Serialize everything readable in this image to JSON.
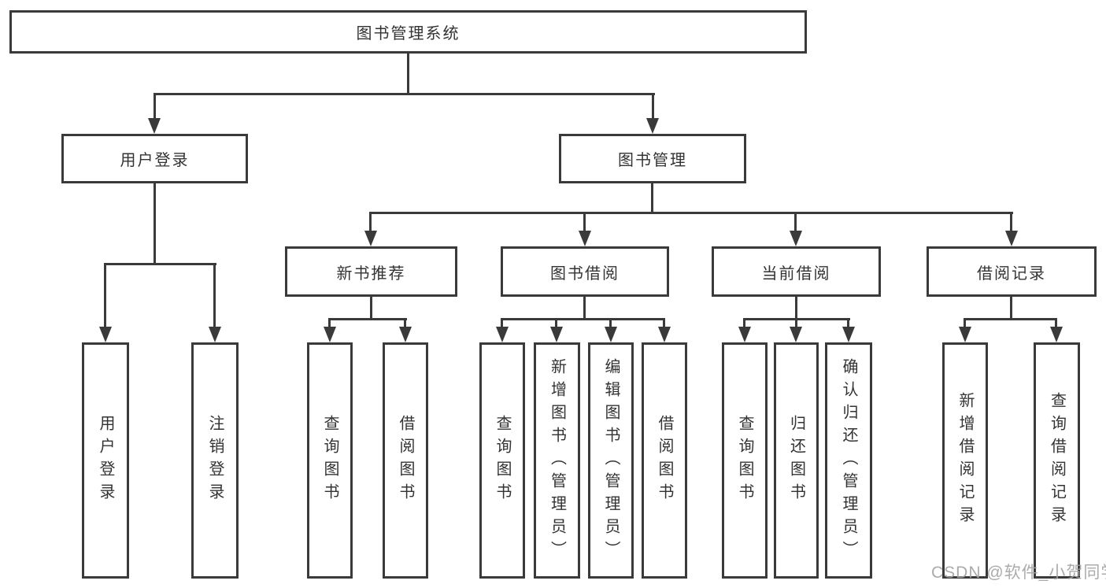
{
  "diagram": {
    "root": {
      "label": "图书管理系统"
    },
    "level2": {
      "user_login": {
        "label": "用户登录"
      },
      "book_mgmt": {
        "label": "图书管理"
      }
    },
    "level3": {
      "new_book_rec": {
        "label": "新书推荐"
      },
      "book_borrow": {
        "label": "图书借阅"
      },
      "current_borrow": {
        "label": "当前借阅"
      },
      "borrow_records": {
        "label": "借阅记录"
      }
    },
    "leaves": {
      "user_login": [
        "用户登录",
        "注销登录"
      ],
      "new_book_rec": [
        "查询图书",
        "借阅图书"
      ],
      "book_borrow": [
        "查询图书",
        "新增图书（管理员）",
        "编辑图书（管理员）",
        "借阅图书"
      ],
      "current_borrow": [
        "查询图书",
        "归还图书",
        "确认归还（管理员）"
      ],
      "borrow_records": [
        "新增借阅记录",
        "查询借阅记录"
      ]
    },
    "watermark": "CSDN @软件_小贺同学",
    "colors": {
      "line": "#3a3a3a",
      "text": "#333333",
      "background": "#ffffff",
      "watermark": "#a4a4a4"
    }
  }
}
